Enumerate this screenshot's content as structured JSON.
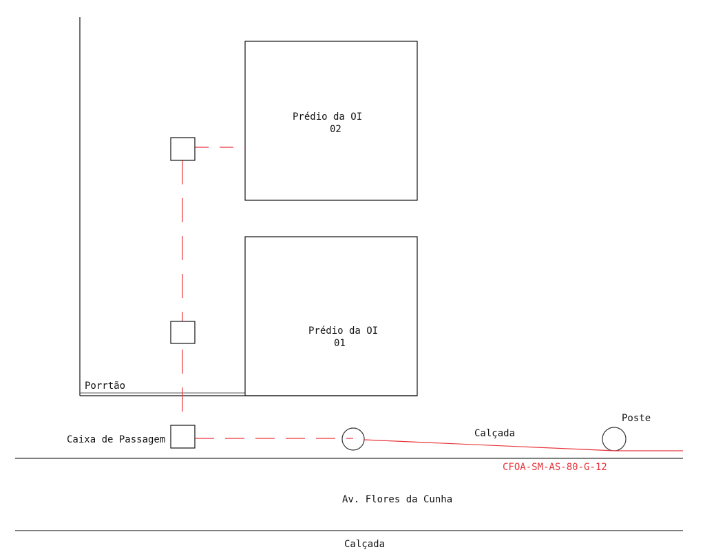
{
  "buildings": [
    {
      "line1": "Prédio da OI",
      "line2": "02"
    },
    {
      "line1": "Prédio da OI",
      "line2": "01"
    }
  ],
  "labels": {
    "gate": "Porrtão",
    "junction_box": "Caixa de Passagem",
    "sidewalk_top": "Calçada",
    "pole": "Poste",
    "cable_id": "CFOA-SM-AS-80-G-12",
    "street": "Av. Flores da Cunha",
    "sidewalk_bottom": "Calçada"
  },
  "colors": {
    "cable": "#e8343a",
    "lines": "#111111"
  }
}
